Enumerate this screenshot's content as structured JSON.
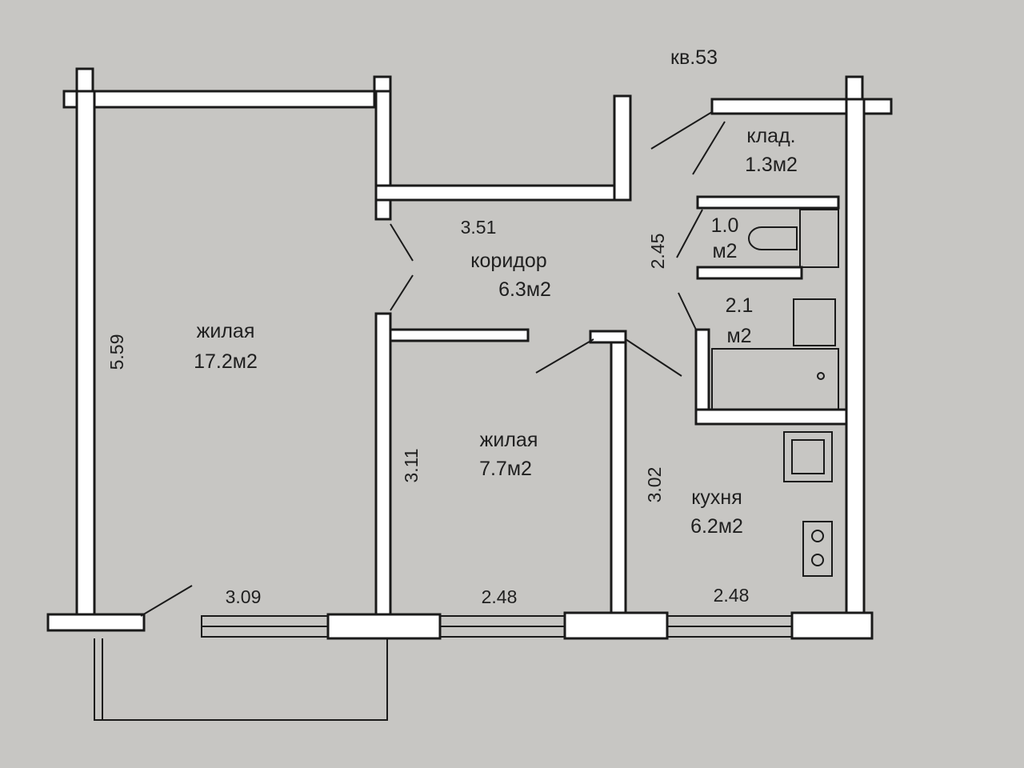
{
  "apartment": {
    "label": "кв.53"
  },
  "rooms": {
    "living_large": {
      "name": "жилая",
      "area": "17.2м2"
    },
    "living_small": {
      "name": "жилая",
      "area": "7.7м2"
    },
    "corridor": {
      "name": "коридор",
      "area": "6.3м2"
    },
    "kitchen": {
      "name": "кухня",
      "area": "6.2м2"
    },
    "storage": {
      "name": "клад.",
      "area": "1.3м2"
    },
    "toilet": {
      "value": "1.0",
      "unit": "м2"
    },
    "bathroom": {
      "value": "2.1",
      "unit": "м2"
    }
  },
  "dimensions": {
    "living_large_height": "5.59",
    "living_large_width": "3.09",
    "living_small_height": "3.11",
    "living_small_width": "2.48",
    "kitchen_height": "3.02",
    "kitchen_width": "2.48",
    "corridor_width": "3.51",
    "corridor_height": "2.45"
  },
  "colors": {
    "paper": "#c7c6c3",
    "wall_fill": "#ffffff",
    "line": "#1a1a1a"
  }
}
